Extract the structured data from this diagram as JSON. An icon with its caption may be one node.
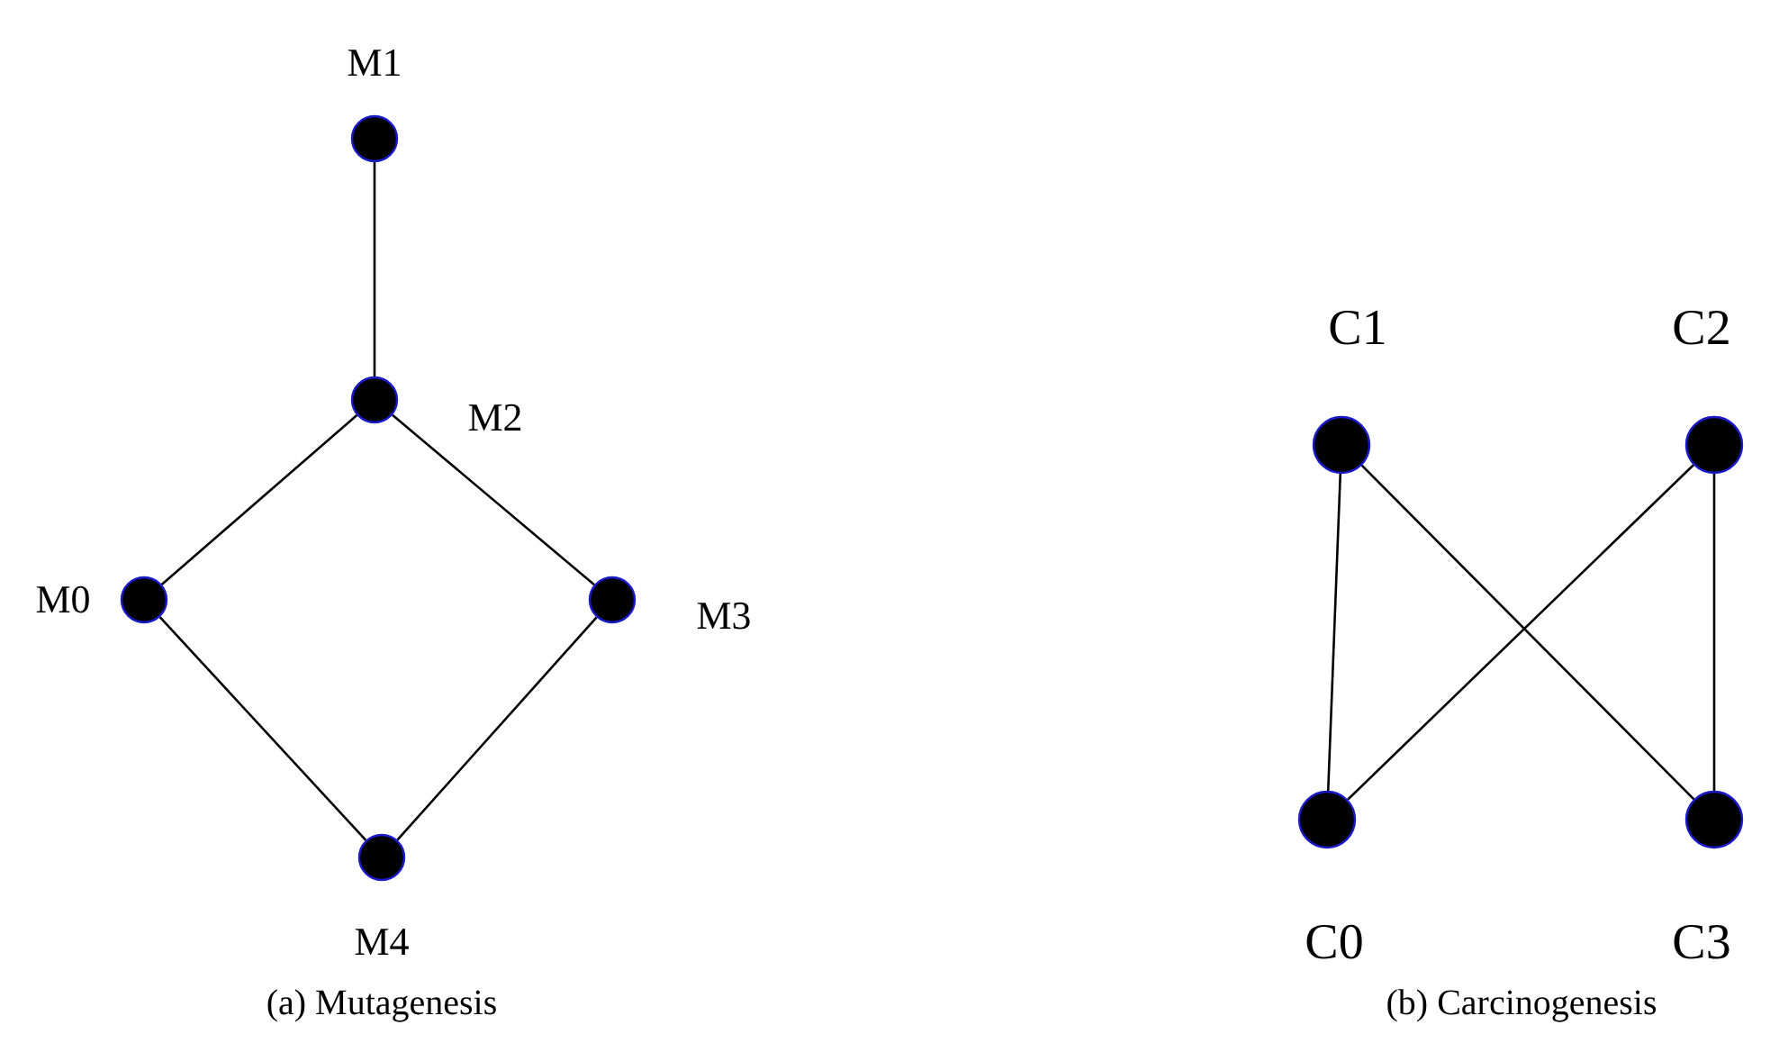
{
  "diagram": {
    "nodes": [
      {
        "text": [
          "M1"
        ]
      },
      {
        "text": [
          "M2"
        ]
      },
      {
        "text": [
          "M0"
        ]
      },
      {
        "text": [
          "M3"
        ]
      },
      {
        "text": [
          "M4"
        ]
      },
      {
        "text": [
          "C1"
        ]
      },
      {
        "text": [
          "C2"
        ]
      },
      {
        "text": [
          "C0"
        ]
      },
      {
        "text": [
          "C3"
        ]
      }
    ],
    "edges": [
      {
        "from": 0,
        "to": 1,
        "arrow": "none"
      },
      {
        "from": 1,
        "to": 2,
        "arrow": "none"
      },
      {
        "from": 1,
        "to": 3,
        "arrow": "none"
      },
      {
        "from": 2,
        "to": 4,
        "arrow": "none"
      },
      {
        "from": 3,
        "to": 4,
        "arrow": "none"
      },
      {
        "from": 5,
        "to": 7,
        "arrow": "none"
      },
      {
        "from": 5,
        "to": 8,
        "arrow": "none"
      },
      {
        "from": 6,
        "to": 7,
        "arrow": "none"
      },
      {
        "from": 6,
        "to": 8,
        "arrow": "none"
      }
    ],
    "labels": [
      "(a) Mutagenesis",
      "(b) Carcinogenesis"
    ]
  }
}
